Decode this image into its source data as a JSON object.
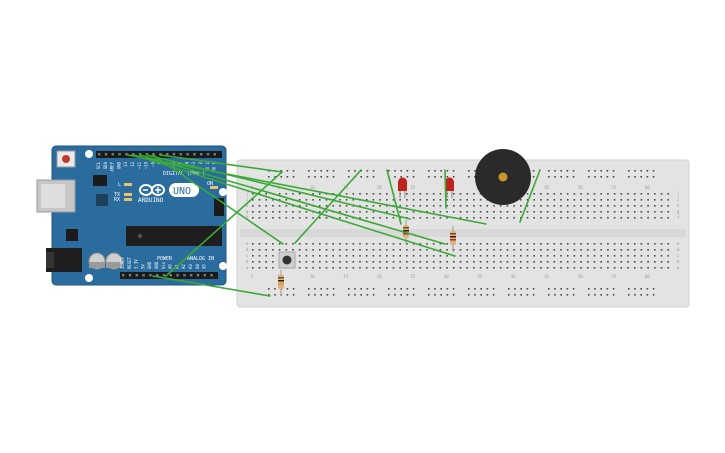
{
  "board": {
    "logo_text": "ARDUINO",
    "model_badge": "UNO",
    "digital_label": "DIGITAL (PWM~)",
    "power_label": "POWER",
    "analog_label": "ANALOG IN",
    "tx_label": "TX",
    "rx_label": "RX",
    "l_label": "L",
    "on_label": "ON",
    "top_header_pins": [
      "SCL",
      "SDA",
      "AREF",
      "GND",
      "13",
      "12",
      "~11",
      "~10",
      "~9",
      "8",
      "7",
      "~6",
      "~5",
      "4",
      "~3",
      "2",
      "TX 1",
      "RX 0"
    ],
    "power_pins": [
      "IOREF",
      "RESET",
      "3.3V",
      "5V",
      "GND",
      "GND",
      "Vin"
    ],
    "analog_pins": [
      "A0",
      "A1",
      "A2",
      "A3",
      "A4",
      "A5"
    ]
  },
  "breadboard": {
    "column_numbers": [
      "1",
      "5",
      "10",
      "15",
      "20",
      "25",
      "30",
      "35",
      "40",
      "45",
      "50",
      "55",
      "60"
    ],
    "row_letters_top": [
      "j",
      "i",
      "h",
      "g",
      "f"
    ],
    "row_letters_bottom": [
      "e",
      "d",
      "c",
      "b",
      "a"
    ]
  },
  "components": {
    "leds": [
      "red-led-1",
      "red-led-2"
    ],
    "resistors": [
      "resistor-button",
      "resistor-led-1",
      "resistor-led-2"
    ],
    "buzzer": "piezo-buzzer",
    "button": "pushbutton"
  },
  "colors": {
    "board": "#2b6c9e",
    "wire": "#3aaa35",
    "breadboard": "#e3e3e3",
    "led": "#c0221c",
    "buzzer": "#2a2a2a",
    "buzzer_center": "#c8962a"
  }
}
